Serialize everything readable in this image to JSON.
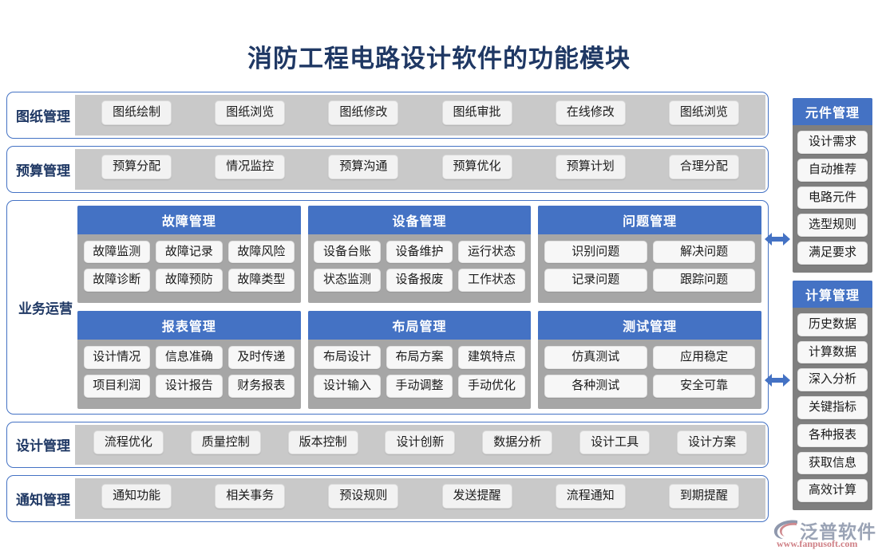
{
  "title": "消防工程电路设计软件的功能模块",
  "colors": {
    "title_navy": "#1f3864",
    "accent_blue": "#4472c4",
    "strip_gray": "#c9c9c9",
    "module_gray": "#a6a6a6",
    "sidebar_gray": "#7f7f7f",
    "chip_bg": "#f2f2f2"
  },
  "bands": [
    {
      "label": "图纸管理",
      "chips": [
        "图纸绘制",
        "图纸浏览",
        "图纸修改",
        "图纸审批",
        "在线修改",
        "图纸浏览"
      ]
    },
    {
      "label": "预算管理",
      "chips": [
        "预算分配",
        "情况监控",
        "预算沟通",
        "预算优化",
        "预算计划",
        "合理分配"
      ]
    }
  ],
  "business": {
    "label": "业务运营",
    "modules": [
      {
        "title": "故障管理",
        "columns": 3,
        "chips": [
          "故障监测",
          "故障记录",
          "故障风险",
          "故障诊断",
          "故障预防",
          "故障类型"
        ]
      },
      {
        "title": "设备管理",
        "columns": 3,
        "chips": [
          "设备台账",
          "设备维护",
          "运行状态",
          "状态监测",
          "设备报废",
          "工作状态"
        ]
      },
      {
        "title": "问题管理",
        "columns": 2,
        "chips": [
          "识别问题",
          "解决问题",
          "记录问题",
          "跟踪问题"
        ]
      },
      {
        "title": "报表管理",
        "columns": 3,
        "chips": [
          "设计情况",
          "信息准确",
          "及时传递",
          "项目利润",
          "设计报告",
          "财务报表"
        ]
      },
      {
        "title": "布局管理",
        "columns": 3,
        "chips": [
          "布局设计",
          "布局方案",
          "建筑特点",
          "设计输入",
          "手动调整",
          "手动优化"
        ]
      },
      {
        "title": "测试管理",
        "columns": 2,
        "chips": [
          "仿真测试",
          "应用稳定",
          "各种测试",
          "安全可靠"
        ]
      }
    ]
  },
  "bands_bottom": [
    {
      "label": "设计管理",
      "chips": [
        "流程优化",
        "质量控制",
        "版本控制",
        "设计创新",
        "数据分析",
        "设计工具",
        "设计方案"
      ]
    },
    {
      "label": "通知管理",
      "chips": [
        "通知功能",
        "相关事务",
        "预设规则",
        "发送提醒",
        "流程通知",
        "到期提醒"
      ]
    }
  ],
  "sidebar": [
    {
      "title": "元件管理",
      "chips": [
        "设计需求",
        "自动推荐",
        "电路元件",
        "选型规则",
        "满足要求"
      ]
    },
    {
      "title": "计算管理",
      "chips": [
        "历史数据",
        "计算数据",
        "深入分析",
        "关键指标",
        "各种报表",
        "获取信息",
        "高效计算"
      ]
    }
  ],
  "connectors": [
    {
      "icon": "double-arrow-horizontal"
    },
    {
      "icon": "double-arrow-horizontal"
    }
  ],
  "logo": {
    "name": "泛普软件",
    "url": "www.fanpusoft.com"
  }
}
